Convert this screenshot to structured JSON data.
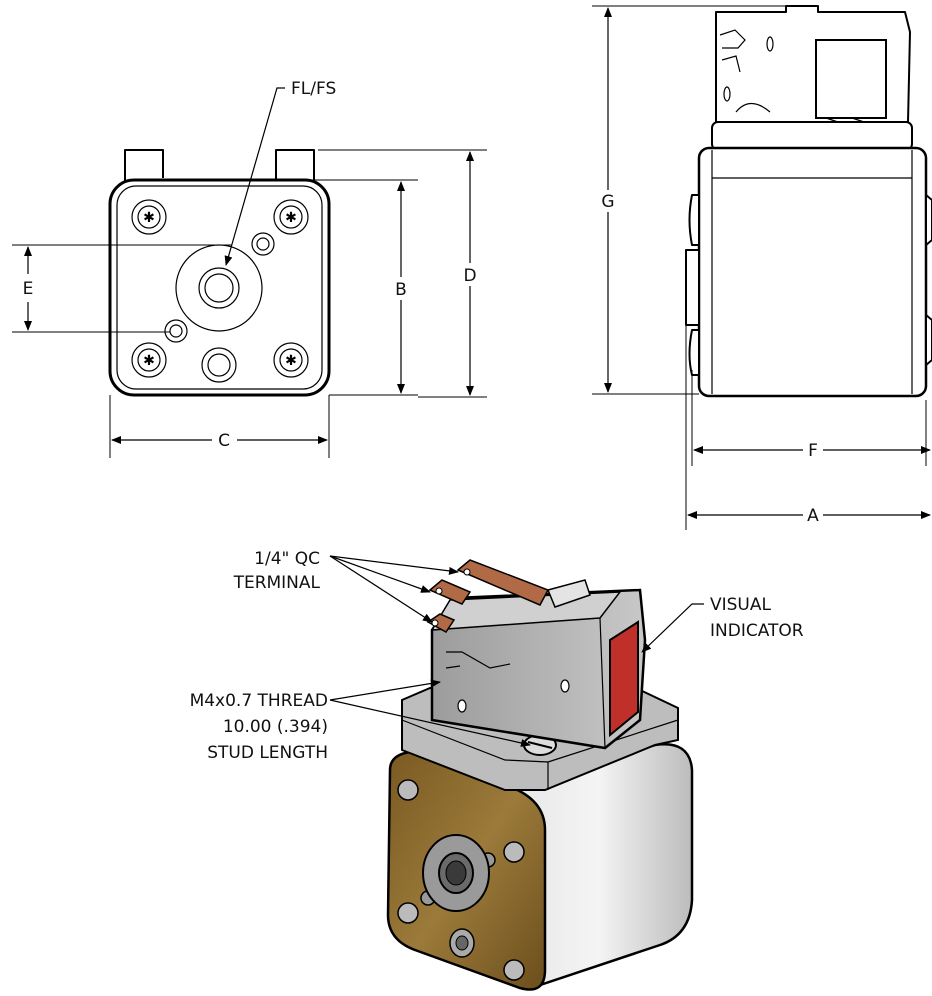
{
  "dimensions": {
    "A": "A",
    "B": "B",
    "C": "C",
    "D": "D",
    "E": "E",
    "F": "F",
    "G": "G"
  },
  "callouts": {
    "fl_fs": "FL/FS",
    "qc_line1": "1/4\" QC",
    "qc_line2": "TERMINAL",
    "thread_line1": "M4x0.7 THREAD",
    "thread_line2": "10.00 (.394)",
    "thread_line3": "STUD LENGTH",
    "indicator_line1": "VISUAL",
    "indicator_line2": "INDICATOR"
  },
  "colors": {
    "brass_plate": "#8a6a2c",
    "indicator_red": "#c0302a",
    "copper_terminal": "#b06a45",
    "body_gray": "#cfcfcf",
    "housing_gray": "#9a9a9a"
  }
}
